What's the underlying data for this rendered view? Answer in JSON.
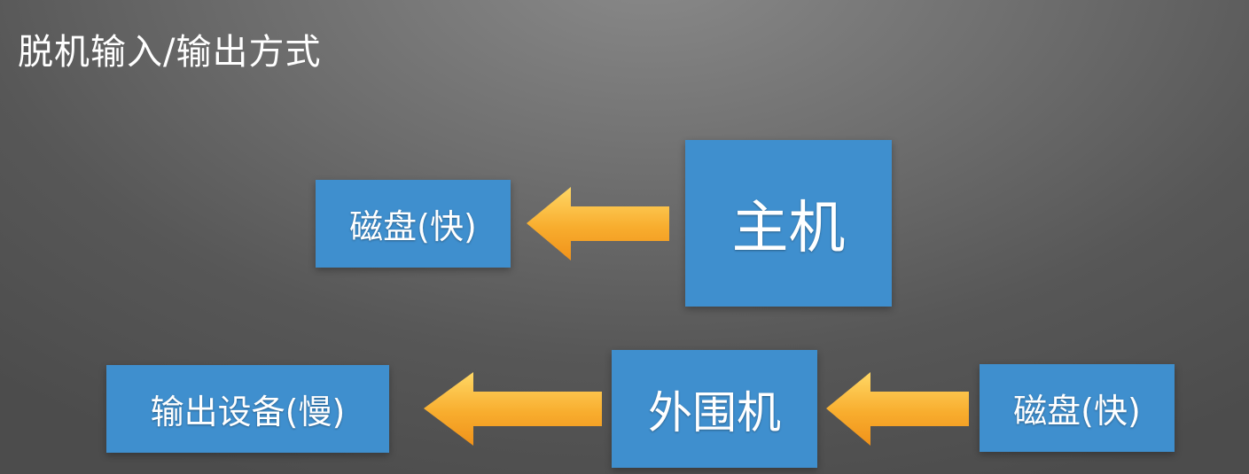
{
  "title": "脱机输入/输出方式",
  "nodes": {
    "host": "主机",
    "disk_top": "磁盘(快)",
    "peripheral": "外围机",
    "output_device": "输出设备(慢)",
    "disk_right": "磁盘(快)"
  },
  "colors": {
    "box_fill": "#3f8fce",
    "box_text": "#ffffff",
    "arrow_light": "#ffcf55",
    "arrow_dark": "#f39a1a"
  },
  "edges": [
    {
      "from": "host",
      "to": "disk_top"
    },
    {
      "from": "peripheral",
      "to": "output_device"
    },
    {
      "from": "disk_right",
      "to": "peripheral"
    }
  ]
}
